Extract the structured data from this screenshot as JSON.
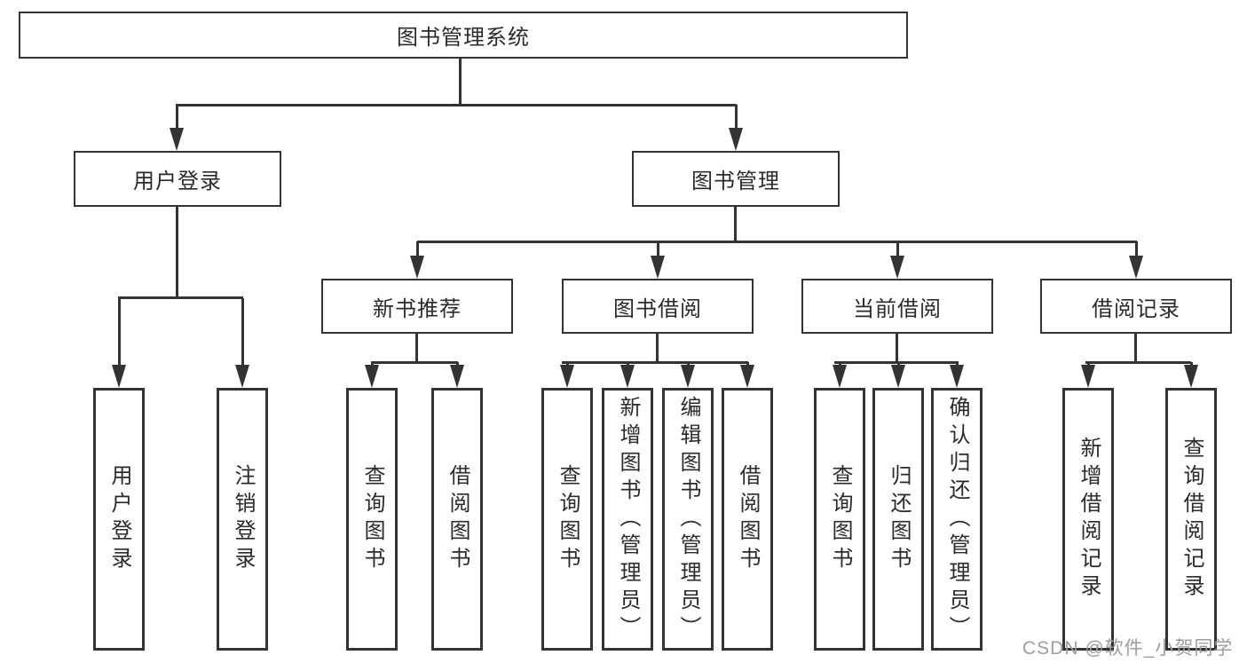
{
  "tree": {
    "root": {
      "label": "图书管理系统"
    },
    "level1": [
      {
        "label": "用户登录"
      },
      {
        "label": "图书管理"
      }
    ],
    "level2": [
      {
        "label": "新书推荐"
      },
      {
        "label": "图书借阅"
      },
      {
        "label": "当前借阅"
      },
      {
        "label": "借阅记录"
      }
    ],
    "leaves": {
      "user_login": [
        {
          "label": "用户登录"
        },
        {
          "label": "注销登录"
        }
      ],
      "new_book_recommend": [
        {
          "label": "查询图书"
        },
        {
          "label": "借阅图书"
        }
      ],
      "book_borrow": [
        {
          "label": "查询图书"
        },
        {
          "label": "新增图书（管理员）"
        },
        {
          "label": "编辑图书（管理员）"
        },
        {
          "label": "借阅图书"
        }
      ],
      "current_borrow": [
        {
          "label": "查询图书"
        },
        {
          "label": "归还图书"
        },
        {
          "label": "确认归还（管理员）"
        }
      ],
      "borrow_records": [
        {
          "label": "新增借阅记录"
        },
        {
          "label": "查询借阅记录"
        }
      ]
    }
  },
  "watermark": {
    "text": "CSDN @软件_小贺同学"
  },
  "colors": {
    "line": "#333333",
    "text": "#2b2b2b",
    "watermark": "#9e9e9e",
    "background": "#ffffff"
  }
}
